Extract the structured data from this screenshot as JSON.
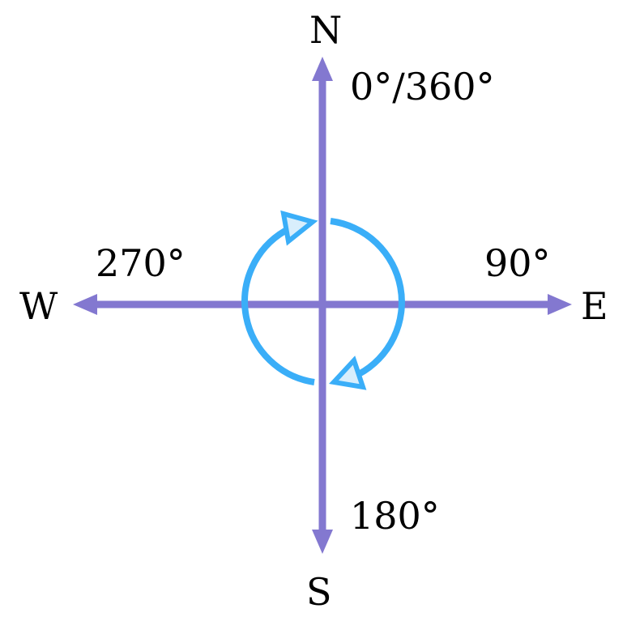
{
  "directions": {
    "north": "N",
    "east": "E",
    "south": "S",
    "west": "W"
  },
  "degrees": {
    "north": "0°/360°",
    "east": "90°",
    "south": "180°",
    "west": "270°"
  },
  "colors": {
    "axis": "#8378D0",
    "rotation": "#3AAEF8",
    "arrow_fill": "#D8EEFC"
  }
}
